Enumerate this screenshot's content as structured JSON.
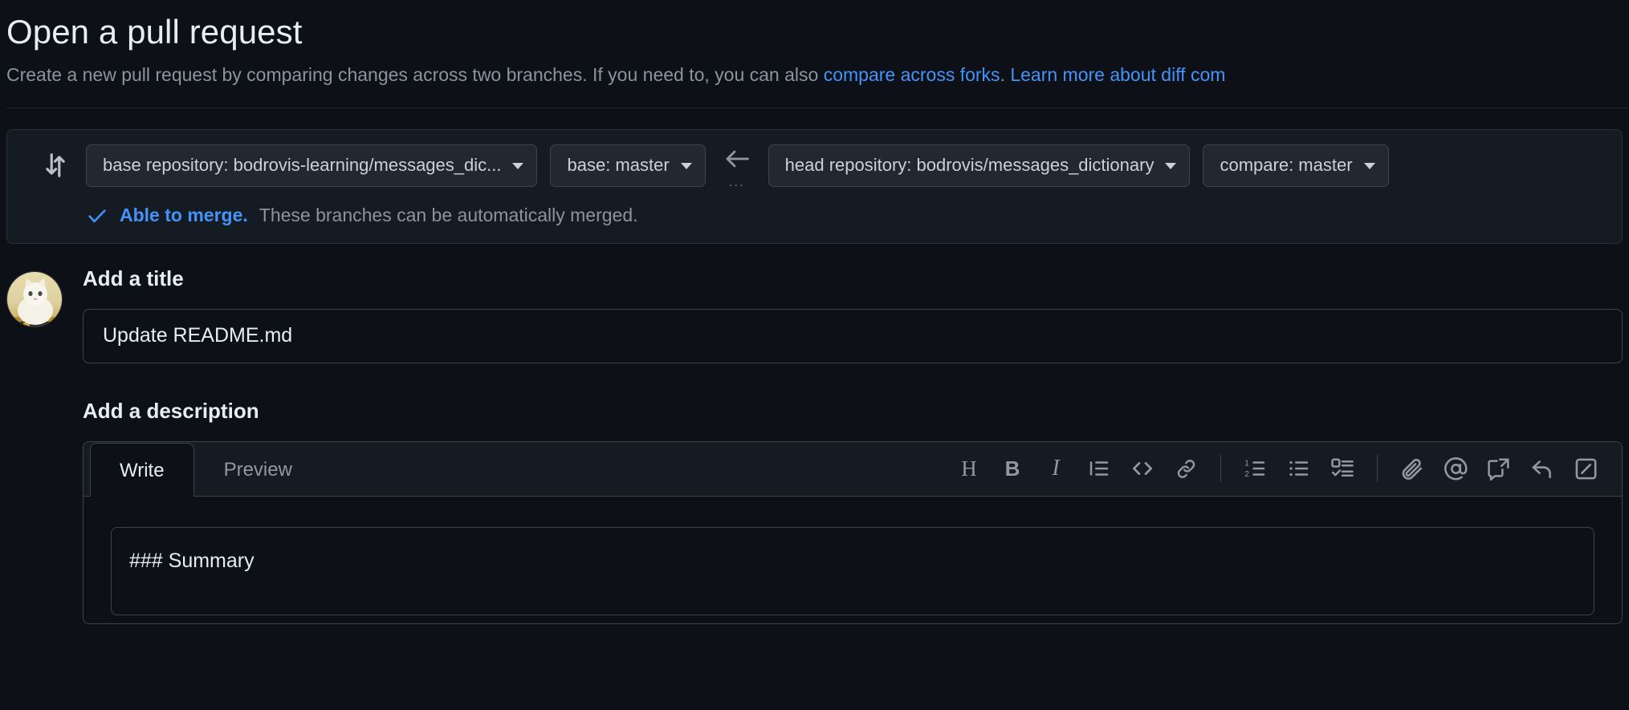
{
  "header": {
    "title": "Open a pull request",
    "subtitle_prefix": "Create a new pull request by comparing changes across two branches. If you need to, you can also ",
    "link_compare_forks": "compare across forks",
    "subtitle_mid": ". ",
    "link_learn_more": "Learn more about diff com"
  },
  "compare": {
    "branch_icon": "compare-branches-icon",
    "base_repository": "base repository: bodrovis-learning/messages_dic...",
    "base_branch": "base: master",
    "arrow_icon": "arrow-left-icon",
    "dots": "...",
    "head_repository": "head repository: bodrovis/messages_dictionary",
    "compare_branch": "compare: master",
    "merge_status_strong": "Able to merge.",
    "merge_status_text": "These branches can be automatically merged."
  },
  "form": {
    "avatar_name": "user-avatar",
    "title_label": "Add a title",
    "title_value": "Update README.md",
    "description_label": "Add a description",
    "tabs": [
      {
        "label": "Write",
        "active": true
      },
      {
        "label": "Preview",
        "active": false
      }
    ],
    "toolbar": [
      {
        "name": "heading-icon",
        "glyph": "H",
        "kind": "text"
      },
      {
        "name": "bold-icon",
        "glyph": "B",
        "kind": "bold"
      },
      {
        "name": "italic-icon",
        "glyph": "I",
        "kind": "ital"
      },
      {
        "name": "quote-icon",
        "glyph": "",
        "kind": "svg"
      },
      {
        "name": "code-icon",
        "glyph": "<>",
        "kind": "code"
      },
      {
        "name": "link-icon",
        "glyph": "",
        "kind": "svg"
      },
      {
        "name": "separator",
        "glyph": "",
        "kind": "sep"
      },
      {
        "name": "numbered-list-icon",
        "glyph": "",
        "kind": "svg"
      },
      {
        "name": "bulleted-list-icon",
        "glyph": "",
        "kind": "svg"
      },
      {
        "name": "task-list-icon",
        "glyph": "",
        "kind": "svg"
      },
      {
        "name": "separator",
        "glyph": "",
        "kind": "sep"
      },
      {
        "name": "attach-files-icon",
        "glyph": "",
        "kind": "svg"
      },
      {
        "name": "mention-icon",
        "glyph": "",
        "kind": "svg"
      },
      {
        "name": "cross-reference-icon",
        "glyph": "",
        "kind": "svg"
      },
      {
        "name": "reply-icon",
        "glyph": "",
        "kind": "svg"
      },
      {
        "name": "fullscreen-icon",
        "glyph": "",
        "kind": "svg"
      }
    ],
    "description_value": "### Summary"
  },
  "colors": {
    "background": "#0d1117",
    "accent_link": "#4493f8",
    "muted_text": "#8b949e",
    "primary_text": "#e6edf3",
    "border": "#3d444d",
    "panel": "#151b23"
  }
}
